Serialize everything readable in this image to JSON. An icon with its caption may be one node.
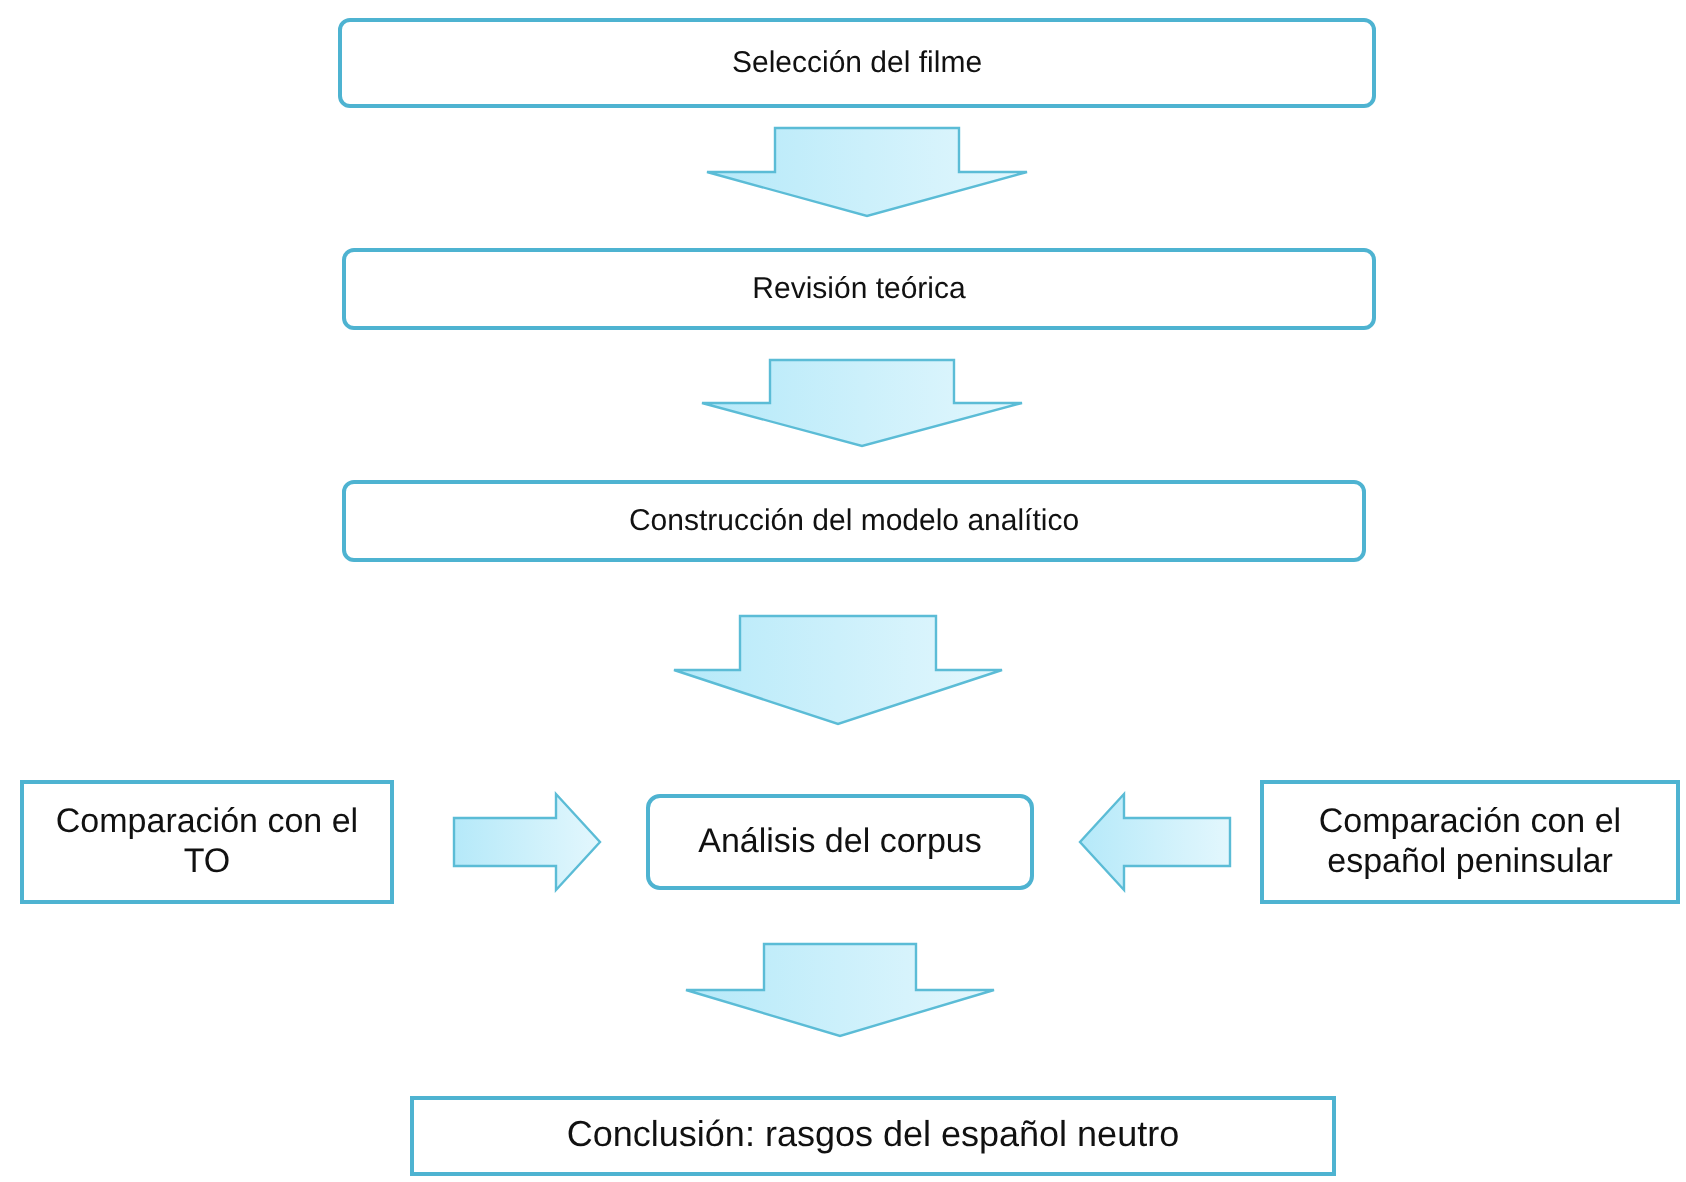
{
  "diagram": {
    "nodes": [
      {
        "text": [
          "Selección del filme"
        ]
      },
      {
        "text": [
          "Revisión teórica"
        ]
      },
      {
        "text": [
          "Construcción del modelo analítico"
        ]
      },
      {
        "text": [
          "Comparación con el TO"
        ]
      },
      {
        "text": [
          "Análisis del corpus"
        ]
      },
      {
        "text": [
          "Comparación con el español peninsular"
        ]
      },
      {
        "text": [
          "Conclusión: rasgos del español neutro"
        ]
      }
    ],
    "edges": [
      {
        "from": 0,
        "to": 1,
        "arrow": "to"
      },
      {
        "from": 1,
        "to": 2,
        "arrow": "to"
      },
      {
        "from": 2,
        "to": 4,
        "arrow": "to"
      },
      {
        "from": 3,
        "to": 4,
        "arrow": "to"
      },
      {
        "from": 5,
        "to": 4,
        "arrow": "to"
      },
      {
        "from": 4,
        "to": 6,
        "arrow": "to"
      }
    ]
  }
}
